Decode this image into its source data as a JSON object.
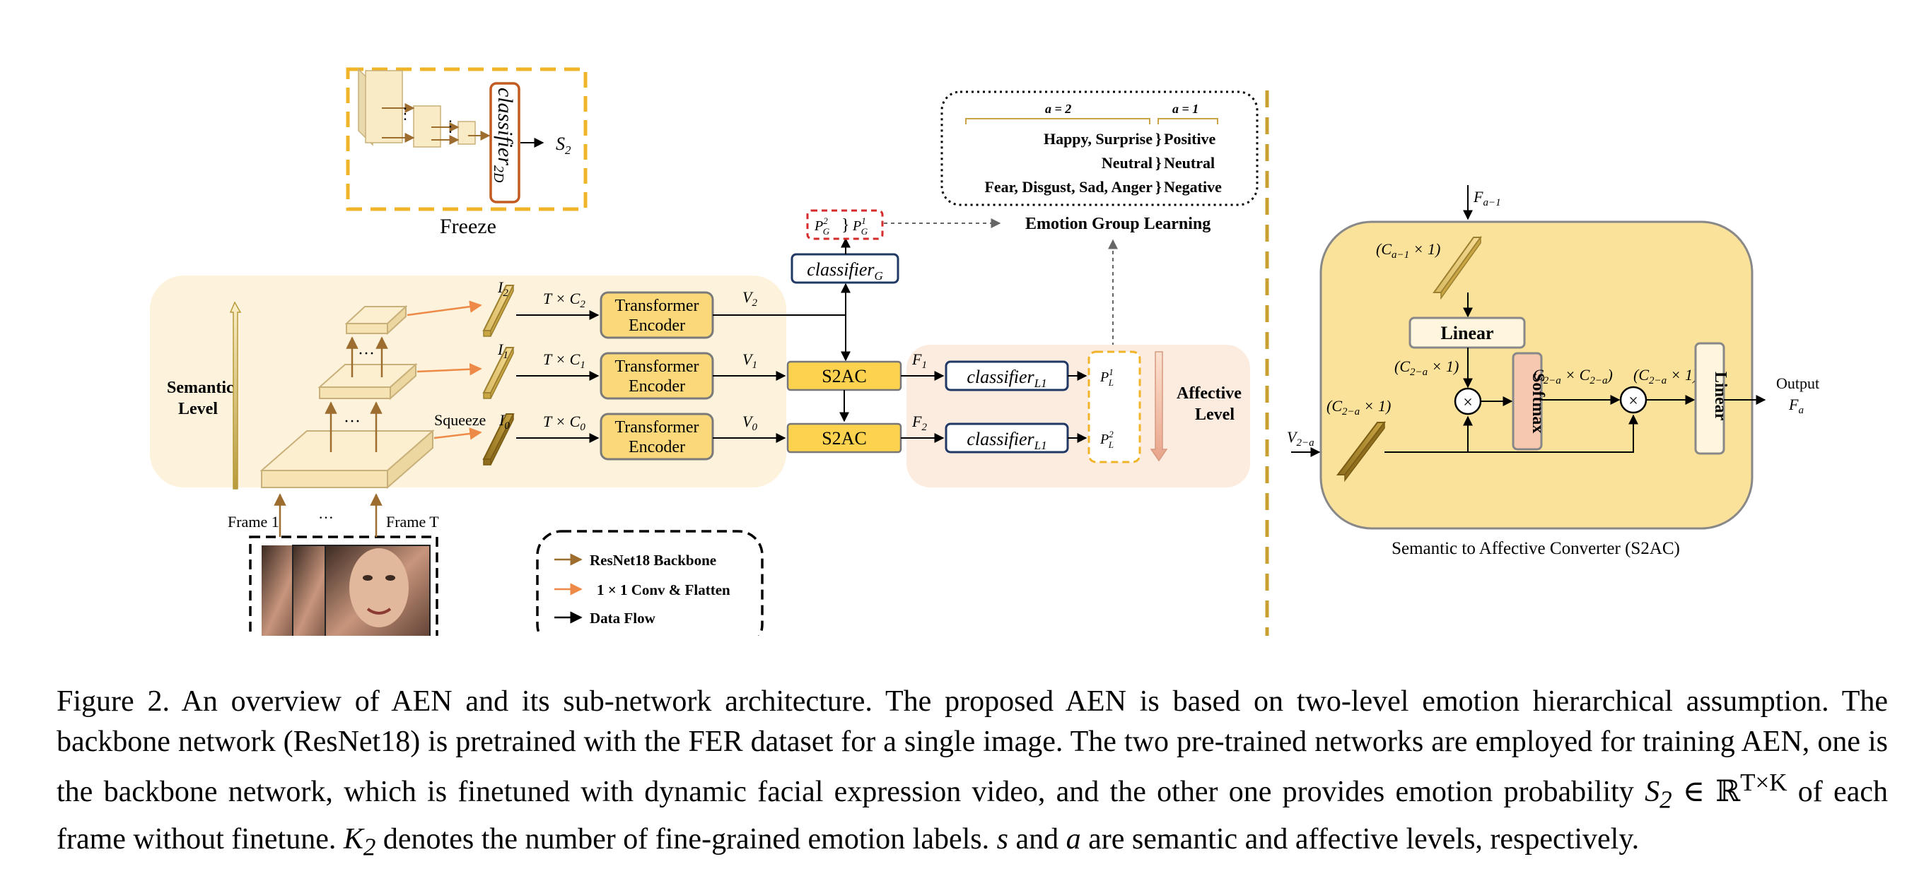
{
  "freeze": {
    "classifier_label": "classifier",
    "classifier_sub": "2D",
    "output_label": "S",
    "output_sub": "2",
    "caption": "Freeze"
  },
  "backbone": {
    "semantic_level": [
      "Semantic",
      "Level"
    ],
    "squeeze_label": "Squeeze",
    "frame_first": "Frame 1",
    "frame_dots": "···",
    "frame_last": "Frame T",
    "pyramid_dots": "···",
    "features": [
      {
        "name": "I",
        "sub": "2",
        "dim": "T × C",
        "dim_sub": "2",
        "encoder": [
          "Transformer",
          "Encoder"
        ],
        "v": "V",
        "v_sub": "2"
      },
      {
        "name": "I",
        "sub": "1",
        "dim": "T × C",
        "dim_sub": "1",
        "encoder": [
          "Transformer",
          "Encoder"
        ],
        "v": "V",
        "v_sub": "1"
      },
      {
        "name": "I",
        "sub": "0",
        "dim": "T × C",
        "dim_sub": "0",
        "encoder": [
          "Transformer",
          "Encoder"
        ],
        "v": "V",
        "v_sub": "0"
      }
    ]
  },
  "group": {
    "classifier_label": "classifier",
    "classifier_sub": "G",
    "prob_left": "P",
    "prob_left_sup": "2",
    "prob_left_sub": "G",
    "prob_right": "P",
    "prob_right_sup": "1",
    "prob_right_sub": "G",
    "learning_label": "Emotion Group Learning"
  },
  "hierarchy": {
    "a2_label": "a = 2",
    "a1_label": "a = 1",
    "rows": [
      {
        "fine": "Happy, Surprise",
        "coarse": "Positive"
      },
      {
        "fine": "Neutral",
        "coarse": "Neutral"
      },
      {
        "fine": "Fear, Disgust, Sad, Anger",
        "coarse": "Negative"
      }
    ]
  },
  "affective": {
    "s2ac_label": "S2AC",
    "f1": "F",
    "f1_sub": "1",
    "f2": "F",
    "f2_sub": "2",
    "classifier_label": "classifier",
    "classifier_sub": "L1",
    "p1": "P",
    "p1_sup": "1",
    "p1_sub": "L",
    "p2": "P",
    "p2_sup": "2",
    "p2_sub": "L",
    "level_label": [
      "Affective",
      "Level"
    ]
  },
  "legend": {
    "items": [
      {
        "label": "ResNet18 Backbone",
        "color": "#9c6d2e"
      },
      {
        "label": "1 × 1 Conv & Flatten",
        "color": "#ed8a47"
      },
      {
        "label": "Data Flow",
        "color": "#000000"
      }
    ]
  },
  "s2ac": {
    "input_top": "F",
    "input_top_sub": "a−1",
    "top_vec": "(C",
    "top_vec_sub": "a−1",
    "top_vec_end": " × 1)",
    "linear_label": "Linear",
    "mid_vec": "(C",
    "mid_vec_sub": "2−a",
    "mid_vec_end": " × 1)",
    "left_vec": "(C",
    "left_vec_sub": "2−a",
    "left_vec_end": " × 1)",
    "input_left": "V",
    "input_left_sub": "2−a",
    "softmax_label": "Softmax",
    "mat_label": "C",
    "mat_label_sub": "2−a",
    "mat_label_mid": " × C",
    "mat_label_sub2": "2−a",
    "mat_label_end": ")",
    "out_vec": "(C",
    "out_vec_sub": "2−a",
    "out_vec_end": " × 1)",
    "linear2_label": "Linear",
    "output_label": "Output",
    "output_var": "F",
    "output_var_sub": "a",
    "title": "Semantic to Affective Converter (S2AC)"
  },
  "caption": {
    "figure": "Figure 2.",
    "text_1": " An overview of AEN and its sub-network architecture. The proposed AEN is based on two-level emotion hierarchical assumption. The backbone network (ResNet18) is pretrained with the FER dataset for a single image. The two pre-trained networks are employed for training AEN, one is the backbone network, which is finetuned with dynamic facial expression video, and the other one provides emotion probability ",
    "math_1": "S",
    "math_1_sub": "2",
    "math_1_rest": " ∈ ℝ",
    "math_1_sup": "T×K",
    "text_2": " of each frame without finetune. ",
    "math_2": "K",
    "math_2_sub": "2",
    "text_3": " denotes the number of fine-grained emotion labels. ",
    "math_3": "s",
    "text_4": " and ",
    "math_4": "a",
    "text_5": " are semantic and affective levels, respectively."
  },
  "colors": {
    "dashed_gold": "#f0b429",
    "box_fill": "#fbd97a",
    "panel_semantic": "#fdf3dc",
    "panel_affective": "#fcece0",
    "feature_dark": "#b89a3a",
    "navy": "#1f3864",
    "red_dash": "#d62b2b",
    "softmax": "#f7c8b0"
  }
}
